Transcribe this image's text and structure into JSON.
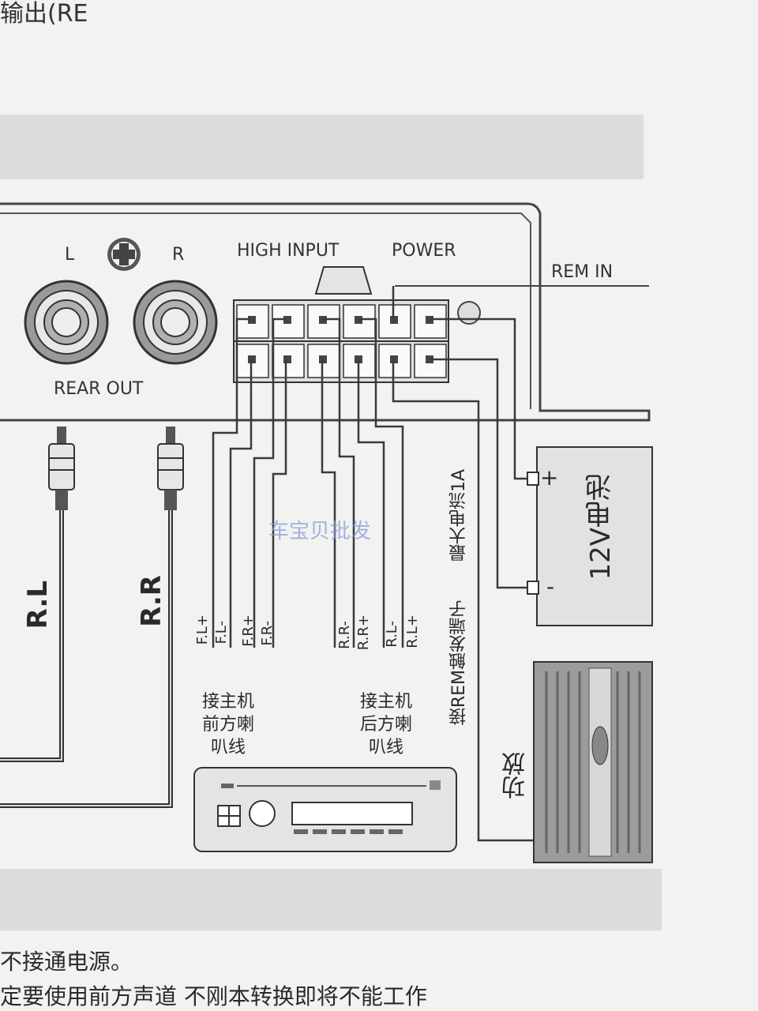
{
  "top_text": "输出(RE",
  "labels": {
    "l": "L",
    "r": "R",
    "rear_out": "REAR OUT",
    "high_input": "HIGH INPUT",
    "power": "POWER",
    "rem_in": "REM IN",
    "rl": "R.L",
    "rr": "R.R",
    "wires": [
      "F.L+",
      "F.L-",
      "F.R+",
      "F.R-",
      "R.R-",
      "R.R+",
      "R.L-",
      "R.L+"
    ],
    "front_speaker": [
      "接主机",
      "前方喇",
      "叭线"
    ],
    "rear_speaker": [
      "接主机",
      "后方喇",
      "叭线"
    ],
    "rem_trigger": "接REM触发端子",
    "max_current": "最大电流1A",
    "battery": "12V电池",
    "plus": "+",
    "minus": "-",
    "amplifier": "功放",
    "watermark": "车宝贝批发"
  },
  "bottom_text": {
    "line1": "不接通电源。",
    "line2": "定要使用前方声道   不刚本转换即将不能工作"
  },
  "colors": {
    "paper": "#f2f2f0",
    "band": "#dcdcdb",
    "line": "#3a3a3a",
    "watermark": "#8a9ad8"
  }
}
